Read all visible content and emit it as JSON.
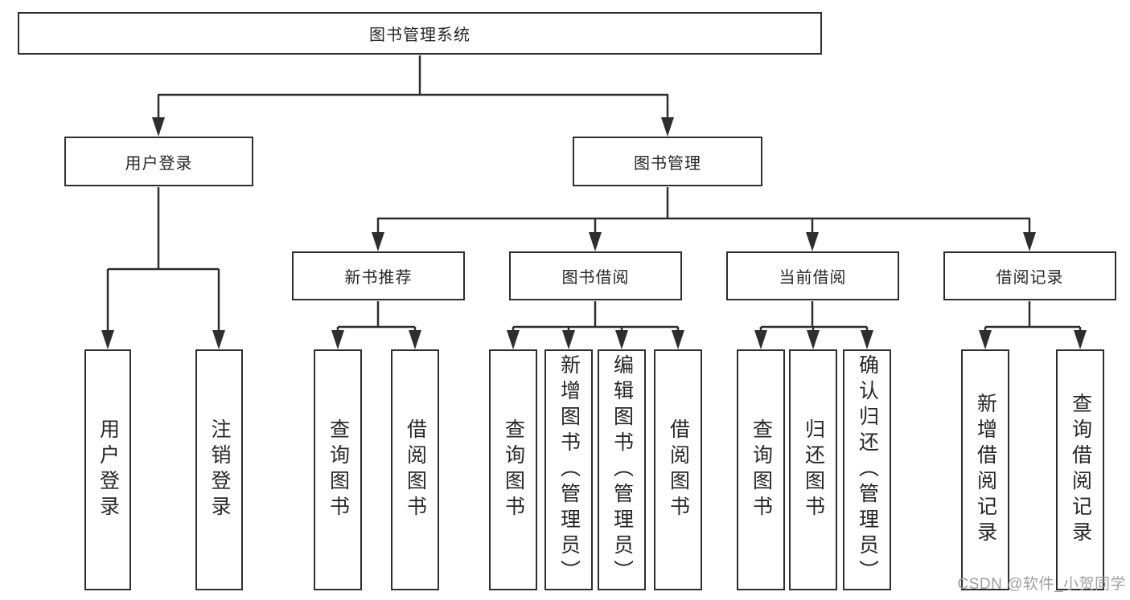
{
  "diagram": {
    "root": {
      "label": "图书管理系统"
    },
    "branches": {
      "user_login": {
        "label": "用户登录",
        "children": {
          "login": "用户登录",
          "logout": "注销登录"
        }
      },
      "book_mgmt": {
        "label": "图书管理",
        "children": {
          "new_book_rec": {
            "label": "新书推荐",
            "children": {
              "query": "查询图书",
              "borrow": "借阅图书"
            }
          },
          "book_borrow": {
            "label": "图书借阅",
            "children": {
              "query": "查询图书",
              "add": "新增图书（管理员）",
              "edit": "编辑图书（管理员）",
              "borrow": "借阅图书"
            }
          },
          "current_borrow": {
            "label": "当前借阅",
            "children": {
              "query": "查询图书",
              "return": "归还图书",
              "confirm": "确认归还（管理员）"
            }
          },
          "borrow_records": {
            "label": "借阅记录",
            "children": {
              "add": "新增借阅记录",
              "query": "查询借阅记录"
            }
          }
        }
      }
    }
  },
  "watermark": {
    "text": "CSDN @软件_小贺同学"
  },
  "colors": {
    "line": "#2e2e2e",
    "box_border": "#2e2e2e",
    "text": "#262626",
    "watermark": "#9e9e9e",
    "background": "#ffffff"
  }
}
